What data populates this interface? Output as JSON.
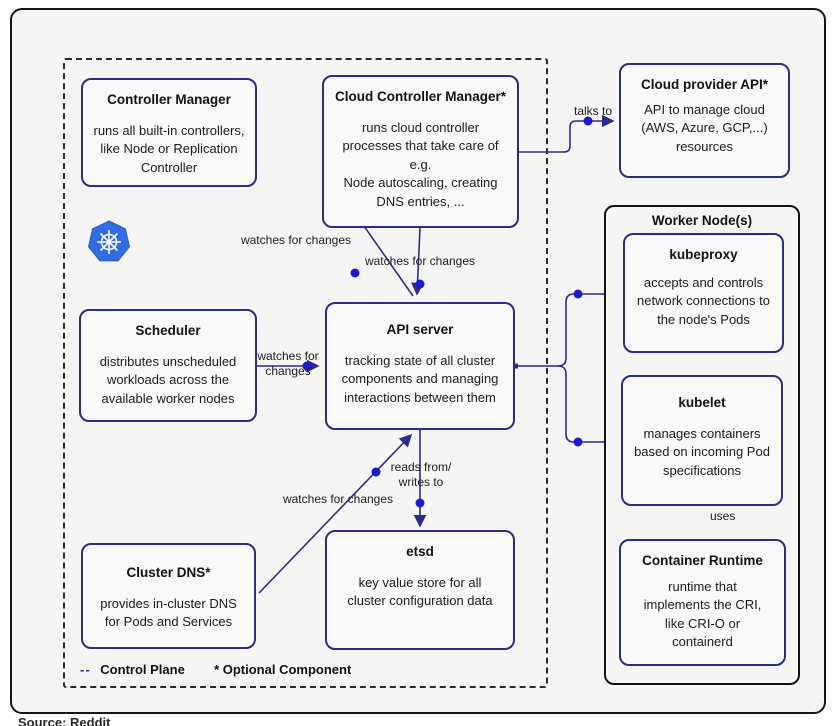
{
  "colors": {
    "accent_navy": "#2b2d8e",
    "dot_blue": "#1b1bd6",
    "k8s_blue": "#326ce5",
    "frame_border": "#161616",
    "background": "#f5f5f3"
  },
  "boxes": {
    "controller_manager": {
      "title": "Controller Manager",
      "lines": [
        "runs all built-in controllers,",
        "like Node or Replication",
        "Controller"
      ]
    },
    "cloud_controller_manager": {
      "title": "Cloud Controller Manager*",
      "lines": [
        "runs cloud controller",
        "processes that take care of",
        "e.g.",
        "Node autoscaling, creating",
        "DNS entries, ..."
      ]
    },
    "cloud_provider_api": {
      "title": "Cloud provider API*",
      "lines": [
        "API to manage cloud",
        "(AWS, Azure, GCP,...)",
        "resources"
      ]
    },
    "scheduler": {
      "title": "Scheduler",
      "lines": [
        "distributes unscheduled",
        "workloads across the",
        "available worker nodes"
      ]
    },
    "api_server": {
      "title": "API server",
      "lines": [
        "tracking state of all cluster",
        "components and managing",
        "interactions between them"
      ]
    },
    "cluster_dns": {
      "title": "Cluster DNS*",
      "lines": [
        "provides in-cluster DNS",
        "for Pods and Services"
      ]
    },
    "etsd": {
      "title": "etsd",
      "lines": [
        "key value store for all",
        "cluster configuration data"
      ]
    },
    "kubeproxy": {
      "title": "kubeproxy",
      "lines": [
        "accepts and controls",
        "network connections to",
        "the node's Pods"
      ]
    },
    "kubelet": {
      "title": "kubelet",
      "lines": [
        "manages containers",
        "based on incoming Pod",
        "specifications"
      ]
    },
    "container_runtime": {
      "title": "Container Runtime",
      "lines": [
        "runtime that",
        "implements the CRI,",
        "like CRI-O or",
        "containerd"
      ]
    }
  },
  "worker_node": {
    "title": "Worker Node(s)"
  },
  "edge_labels": {
    "watches_cm": "watches for changes",
    "watches_ccm": "watches for changes",
    "talks_to": "talks to",
    "watches_scheduler_l1": "watches for",
    "watches_scheduler_l2": "changes",
    "reads_writes_l1": "reads from/",
    "reads_writes_l2": "writes to",
    "watches_dns": "watches for changes",
    "uses": "uses"
  },
  "legend": {
    "dashes": "--",
    "control_plane": "Control Plane",
    "optional": "* Optional Component"
  },
  "source_note": "Source: Reddit"
}
